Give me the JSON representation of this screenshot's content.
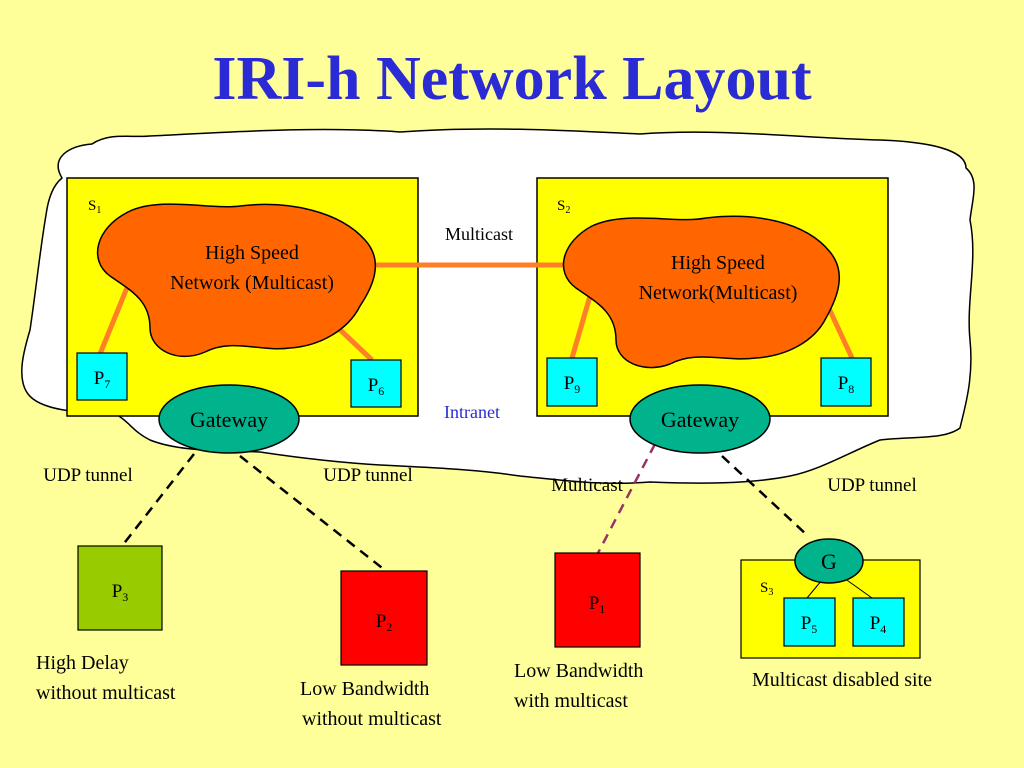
{
  "title": "IRI-h Network Layout",
  "colors": {
    "background": "#FFFF99",
    "title": "#2B2BD6",
    "site": "#FFFF00",
    "network_cloud": "#FF6600",
    "gateway": "#00B38C",
    "peer_fast": "#00FFFF",
    "peer_high_delay": "#99CC00",
    "peer_low_bandwidth": "#FF0000",
    "link": "#FF7F27",
    "multicast_link": "#993366"
  },
  "intranet_label": "Intranet",
  "multicast_label": "Multicast",
  "sites": [
    {
      "label": "S",
      "sub": "1",
      "network_line1": "High Speed",
      "network_line2": "Network (Multicast)"
    },
    {
      "label": "S",
      "sub": "2",
      "network_line1": "High Speed",
      "network_line2": "Network(Multicast)"
    },
    {
      "label": "S",
      "sub": "3"
    }
  ],
  "gateways": [
    {
      "label": "Gateway"
    },
    {
      "label": "Gateway"
    },
    {
      "label": "G"
    }
  ],
  "peers": {
    "p7": {
      "label": "P",
      "sub": "7"
    },
    "p6": {
      "label": "P",
      "sub": "6"
    },
    "p9": {
      "label": "P",
      "sub": "9"
    },
    "p8": {
      "label": "P",
      "sub": "8"
    },
    "p3": {
      "label": "P",
      "sub": "3"
    },
    "p2": {
      "label": "P",
      "sub": "2"
    },
    "p1": {
      "label": "P",
      "sub": "1"
    },
    "p5": {
      "label": "P",
      "sub": "5"
    },
    "p4": {
      "label": "P",
      "sub": "4"
    }
  },
  "links": {
    "udp_tunnel_1": "UDP tunnel",
    "udp_tunnel_2": "UDP tunnel",
    "multicast_external": "Multicast",
    "udp_tunnel_3": "UDP tunnel"
  },
  "captions": {
    "p3_line1": "High Delay",
    "p3_line2": "without multicast",
    "p2_line1": "Low Bandwidth",
    "p2_line2": "without multicast",
    "p1_line1": "Low Bandwidth",
    "p1_line2": "with multicast",
    "s3_line1": "Multicast disabled site"
  }
}
